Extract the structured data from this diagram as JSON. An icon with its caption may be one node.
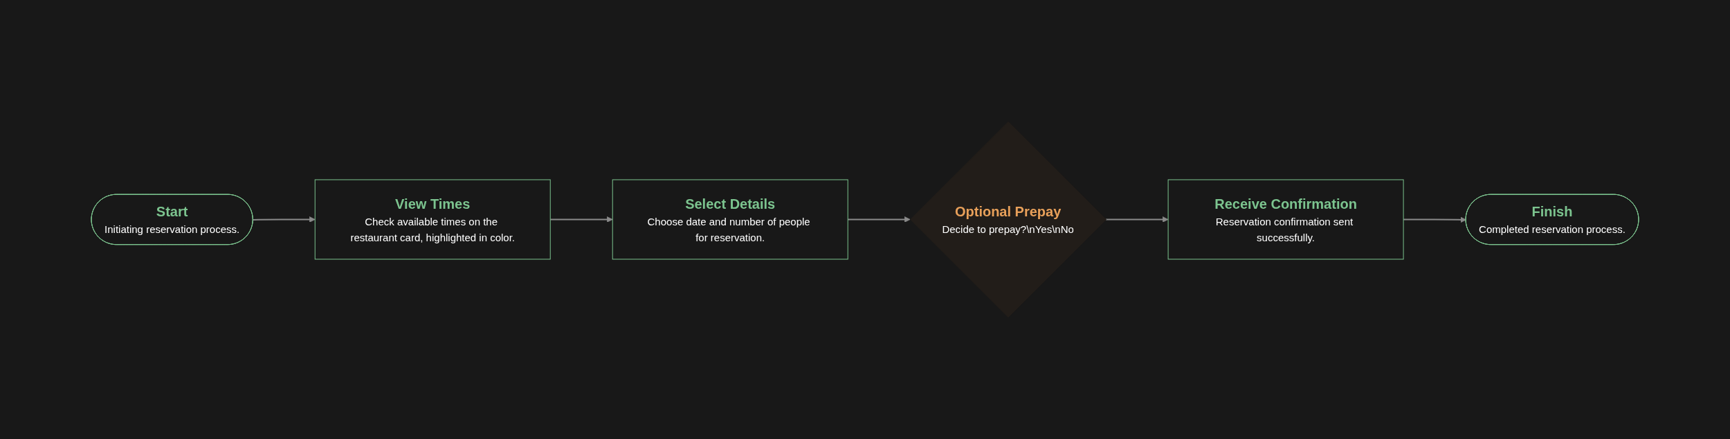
{
  "diagram": {
    "nodes": [
      {
        "text": [
          "Start",
          "Initiating reservation process."
        ]
      },
      {
        "text": [
          "View Times",
          "Check available times on the restaurant card, highlighted in color."
        ]
      },
      {
        "text": [
          "Select Details",
          "Choose date and number of people for reservation."
        ]
      },
      {
        "text": [
          "Optional Prepay",
          "Decide to prepay?\\nYes\\nNo"
        ]
      },
      {
        "text": [
          "Receive Confirmation",
          "Reservation confirmation sent successfully."
        ]
      },
      {
        "text": [
          "Finish",
          "Completed reservation process."
        ]
      }
    ],
    "edges": [
      {
        "from": 0,
        "to": 1,
        "arrow": "to"
      },
      {
        "from": 1,
        "to": 2,
        "arrow": "to"
      },
      {
        "from": 2,
        "to": 3,
        "arrow": "to"
      },
      {
        "from": 3,
        "to": 4,
        "arrow": "to"
      },
      {
        "from": 4,
        "to": 5,
        "arrow": "to"
      }
    ]
  }
}
